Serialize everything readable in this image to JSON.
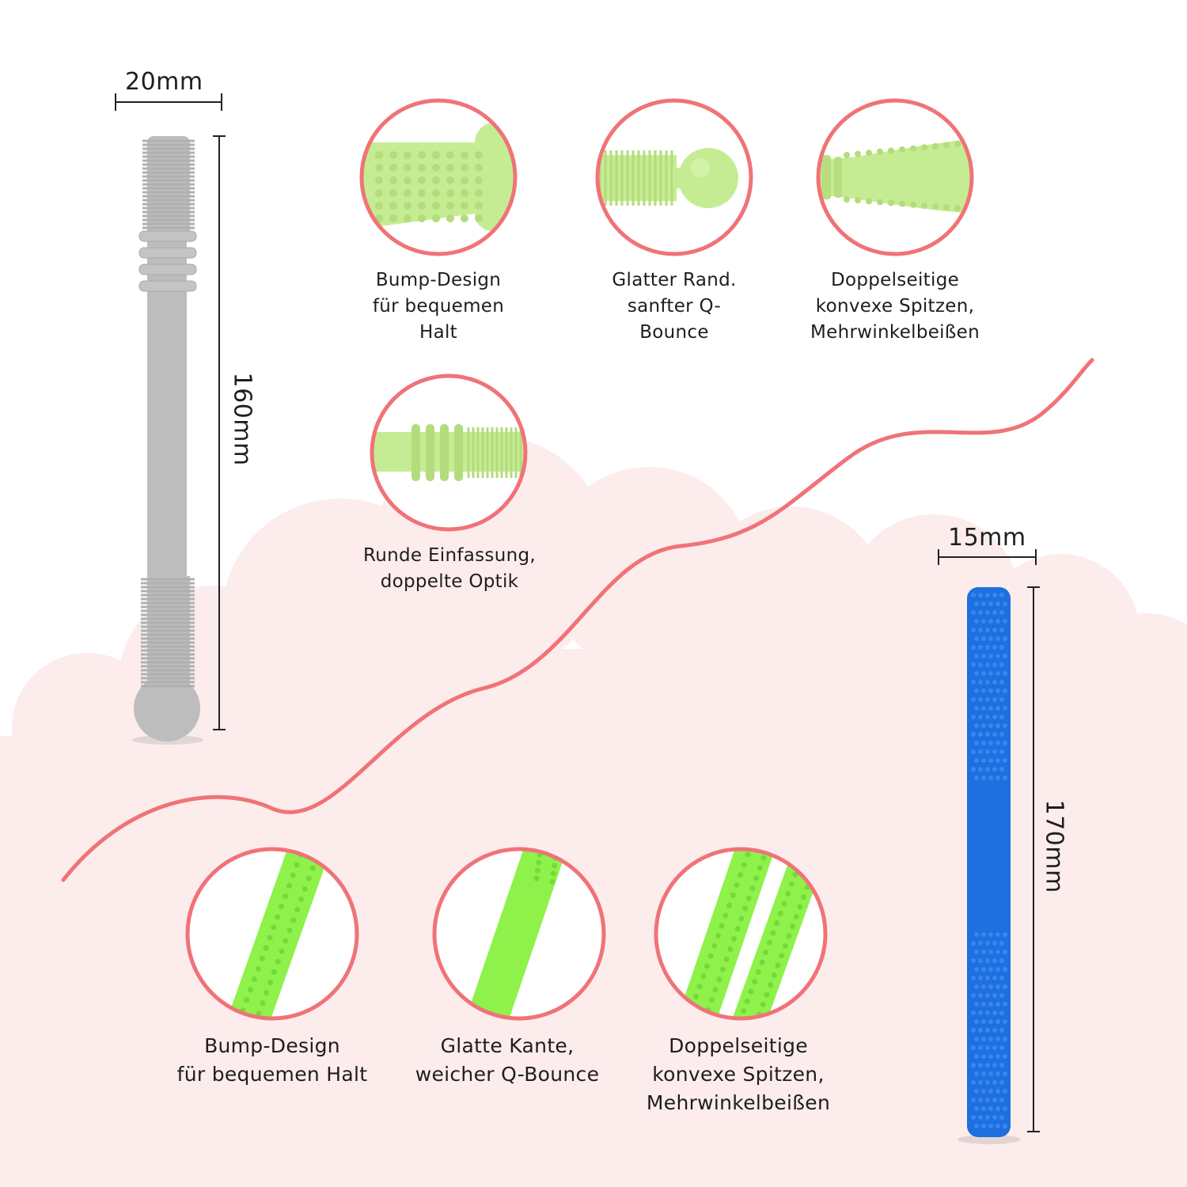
{
  "colors": {
    "accent": "#f07377",
    "background": "#ffffff",
    "cloud": "#fdecec",
    "grey_product": "#bdbdbd",
    "blue_product": "#1e6fe0",
    "green_pale": "#c6ec93",
    "green_bright": "#8ef24a",
    "text": "#1e1e1e"
  },
  "grey_teether": {
    "width_label": "20mm",
    "length_label": "160mm"
  },
  "blue_teether": {
    "width_label": "15mm",
    "length_label": "170mm"
  },
  "top_features": [
    {
      "icon": "bump-grip-detail-icon",
      "lines": [
        "Bump-Design",
        "für bequemen",
        "Halt"
      ]
    },
    {
      "icon": "smooth-ball-end-icon",
      "lines": [
        "Glatter Rand.",
        "sanfter Q-",
        "Bounce"
      ]
    },
    {
      "icon": "convex-tip-icon",
      "lines": [
        "Doppelseitige",
        "konvexe Spitzen,",
        "Mehrwinkelbeißen"
      ]
    },
    {
      "icon": "ring-ridges-icon",
      "lines": [
        "Runde Einfassung,",
        "doppelte Optik"
      ]
    }
  ],
  "bottom_features": [
    {
      "icon": "green-bumpy-stick-icon",
      "lines": [
        "Bump-Design",
        "für bequemen Halt"
      ]
    },
    {
      "icon": "green-smooth-stick-icon",
      "lines": [
        "Glatte Kante,",
        "weicher Q-Bounce"
      ]
    },
    {
      "icon": "green-double-stick-icon",
      "lines": [
        "Doppelseitige",
        "konvexe Spitzen,",
        "Mehrwinkelbeißen"
      ]
    }
  ]
}
